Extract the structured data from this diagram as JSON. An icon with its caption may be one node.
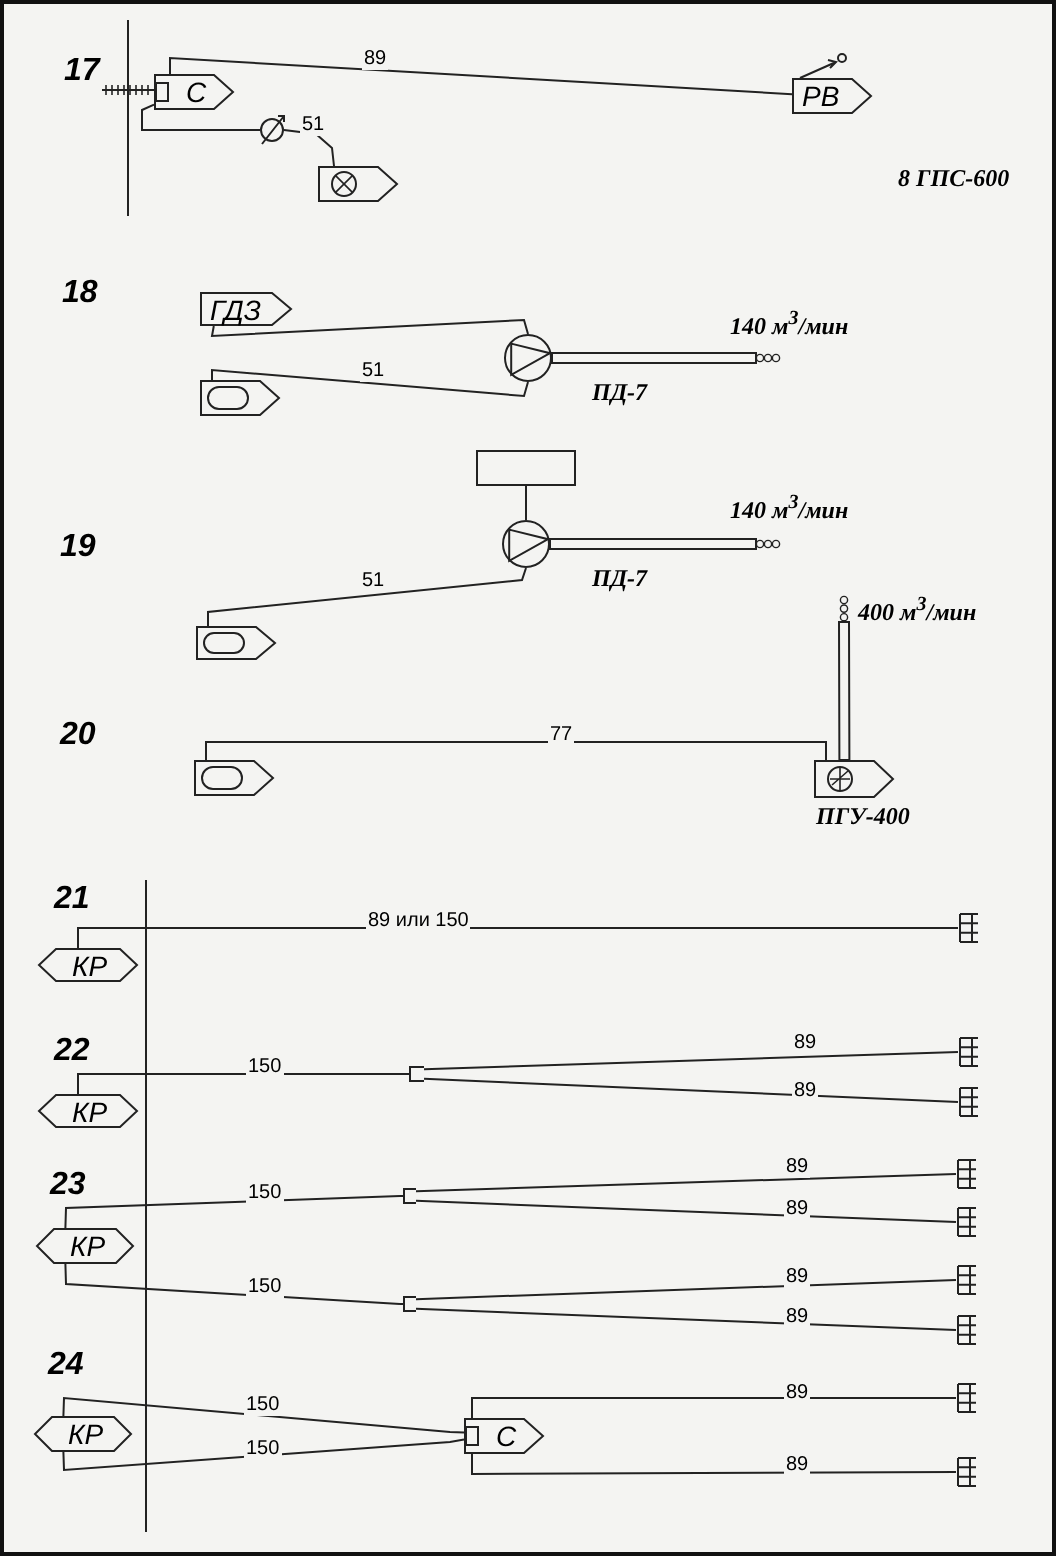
{
  "diagram": {
    "nodes": [
      {
        "text": [
          "С"
        ]
      },
      {
        "text": [
          "РВ"
        ]
      },
      {
        "text": [],
        "shape": "circle"
      },
      {
        "text": [],
        "shape": "box"
      },
      {
        "text": [
          "ГДЗ"
        ]
      },
      {
        "text": [],
        "shape": "box"
      },
      {
        "text": [],
        "shape": "circle",
        "beside": [
          "ПД-7"
        ]
      },
      {
        "text": [],
        "shape": "circle",
        "beside": [
          "140 м$^{3}$/мин"
        ]
      },
      {
        "text": [],
        "shape": "box"
      },
      {
        "text": [],
        "shape": "box"
      },
      {
        "text": [],
        "shape": "circle",
        "beside": [
          "ПД-7"
        ]
      },
      {
        "text": [],
        "shape": "circle",
        "beside": [
          "140 м$^{3}$/мин"
        ]
      },
      {
        "text": [],
        "shape": "box"
      },
      {
        "text": [],
        "shape": "box",
        "beside": [
          "ПГУ-400"
        ]
      },
      {
        "text": [],
        "shape": "circle",
        "beside": [
          "400 м$^{3}$/мин"
        ]
      },
      {
        "text": [
          "КР"
        ]
      },
      {
        "text": [],
        "shape": "bar"
      },
      {
        "text": [
          "КР"
        ]
      },
      {
        "text": [],
        "shape": "box"
      },
      {
        "text": [],
        "shape": "bar"
      },
      {
        "text": [],
        "shape": "bar"
      },
      {
        "text": [
          "КР"
        ]
      },
      {
        "text": [],
        "shape": "box"
      },
      {
        "text": [],
        "shape": "box"
      },
      {
        "text": [],
        "shape": "bar"
      },
      {
        "text": [],
        "shape": "bar"
      },
      {
        "text": [],
        "shape": "bar"
      },
      {
        "text": [],
        "shape": "bar"
      },
      {
        "text": [
          "КР"
        ]
      },
      {
        "text": [
          "С"
        ]
      },
      {
        "text": [],
        "shape": "bar"
      },
      {
        "text": [],
        "shape": "bar"
      }
    ],
    "edges": [
      {
        "from": 0,
        "to": 1,
        "arrow": "none",
        "label": "89"
      },
      {
        "from": 0,
        "to": 2,
        "arrow": "none"
      },
      {
        "from": 2,
        "to": 3,
        "arrow": "none",
        "label": "51"
      },
      {
        "from": 4,
        "to": 6,
        "arrow": "none"
      },
      {
        "from": 5,
        "to": 6,
        "arrow": "none",
        "label": "51"
      },
      {
        "from": 6,
        "to": 7,
        "arrow": "none"
      },
      {
        "from": 8,
        "to": 10,
        "arrow": "none"
      },
      {
        "from": 9,
        "to": 10,
        "arrow": "none",
        "label": "51"
      },
      {
        "from": 10,
        "to": 11,
        "arrow": "none"
      },
      {
        "from": 12,
        "to": 13,
        "arrow": "none",
        "label": "77"
      },
      {
        "from": 13,
        "to": 14,
        "arrow": "none"
      },
      {
        "from": 15,
        "to": 16,
        "arrow": "none",
        "label": "89 или 150"
      },
      {
        "from": 17,
        "to": 18,
        "arrow": "none",
        "label": "150"
      },
      {
        "from": 18,
        "to": 19,
        "arrow": "none",
        "label": "89"
      },
      {
        "from": 18,
        "to": 20,
        "arrow": "none",
        "label": "89"
      },
      {
        "from": 21,
        "to": 22,
        "arrow": "none",
        "label": "150"
      },
      {
        "from": 21,
        "to": 23,
        "arrow": "none",
        "label": "150"
      },
      {
        "from": 22,
        "to": 24,
        "arrow": "none",
        "label": "89"
      },
      {
        "from": 22,
        "to": 25,
        "arrow": "none",
        "label": "89"
      },
      {
        "from": 23,
        "to": 26,
        "arrow": "none",
        "label": "89"
      },
      {
        "from": 23,
        "to": 27,
        "arrow": "none",
        "label": "89"
      },
      {
        "from": 28,
        "to": 29,
        "arrow": "none",
        "label": "150"
      },
      {
        "from": 28,
        "to": 29,
        "arrow": "none",
        "label": "150"
      },
      {
        "from": 29,
        "to": 30,
        "arrow": "none",
        "label": "89"
      },
      {
        "from": 29,
        "to": 31,
        "arrow": "none",
        "label": "89"
      }
    ],
    "labels": [
      "17",
      "8 ГПС-600",
      "18",
      "19",
      "20",
      "21",
      "22",
      "23",
      "24"
    ]
  }
}
